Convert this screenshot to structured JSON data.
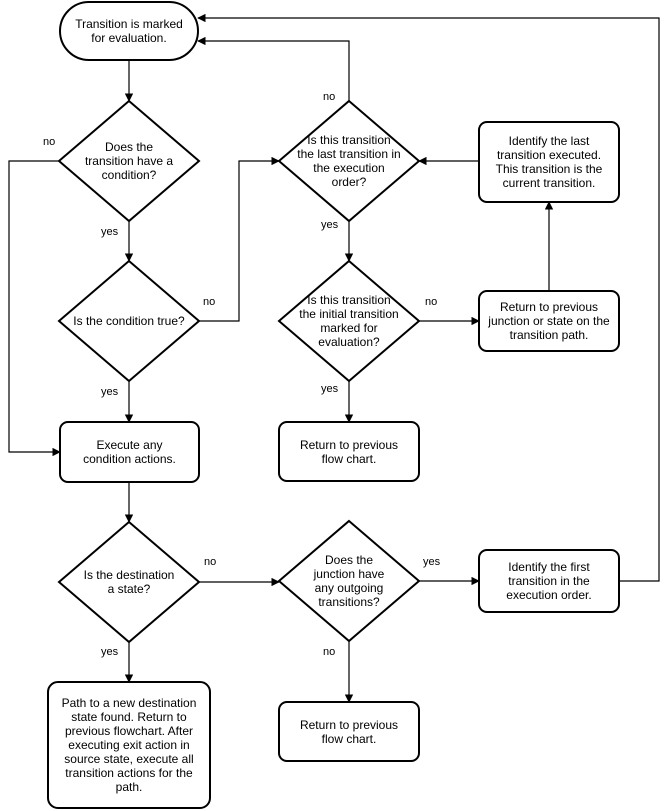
{
  "diagram": {
    "nodes": {
      "start": "Transition is marked\nfor evaluation.",
      "has_condition": "Does the\ntransition have a\ncondition?",
      "condition_true": "Is the condition true?",
      "execute_actions": "Execute any\ncondition actions.",
      "dest_state": "Is the destination\na state?",
      "new_dest": "Path to a new destination\nstate found. Return to\nprevious flowchart. After\nexecuting exit action in\nsource state, execute all\ntransition actions for the\npath.",
      "last_transition": "Is this transition\nthe last transition in\nthe execution\norder?",
      "initial_transition": "Is this transition\nthe initial transition\nmarked for\nevaluation?",
      "return_flow_1": "Return to previous\nflow chart.",
      "junction_outgoing": "Does the\njunction have\nany outgoing\ntransitions?",
      "return_flow_2": "Return to previous\nflow chart.",
      "identify_last": "Identify the last\ntransition executed.\nThis transition is the\ncurrent transition.",
      "return_prev_junction": "Return to previous\njunction or state on the\ntransition path.",
      "identify_first": "Identify the first\ntransition in the\nexecution order."
    },
    "edge_labels": {
      "cond_no": "no",
      "cond_yes": "yes",
      "true_no": "no",
      "true_yes": "yes",
      "dest_no": "no",
      "dest_yes": "yes",
      "last_no": "no",
      "last_yes": "yes",
      "initial_no": "no",
      "initial_yes": "yes",
      "junction_yes": "yes",
      "junction_no": "no"
    }
  }
}
